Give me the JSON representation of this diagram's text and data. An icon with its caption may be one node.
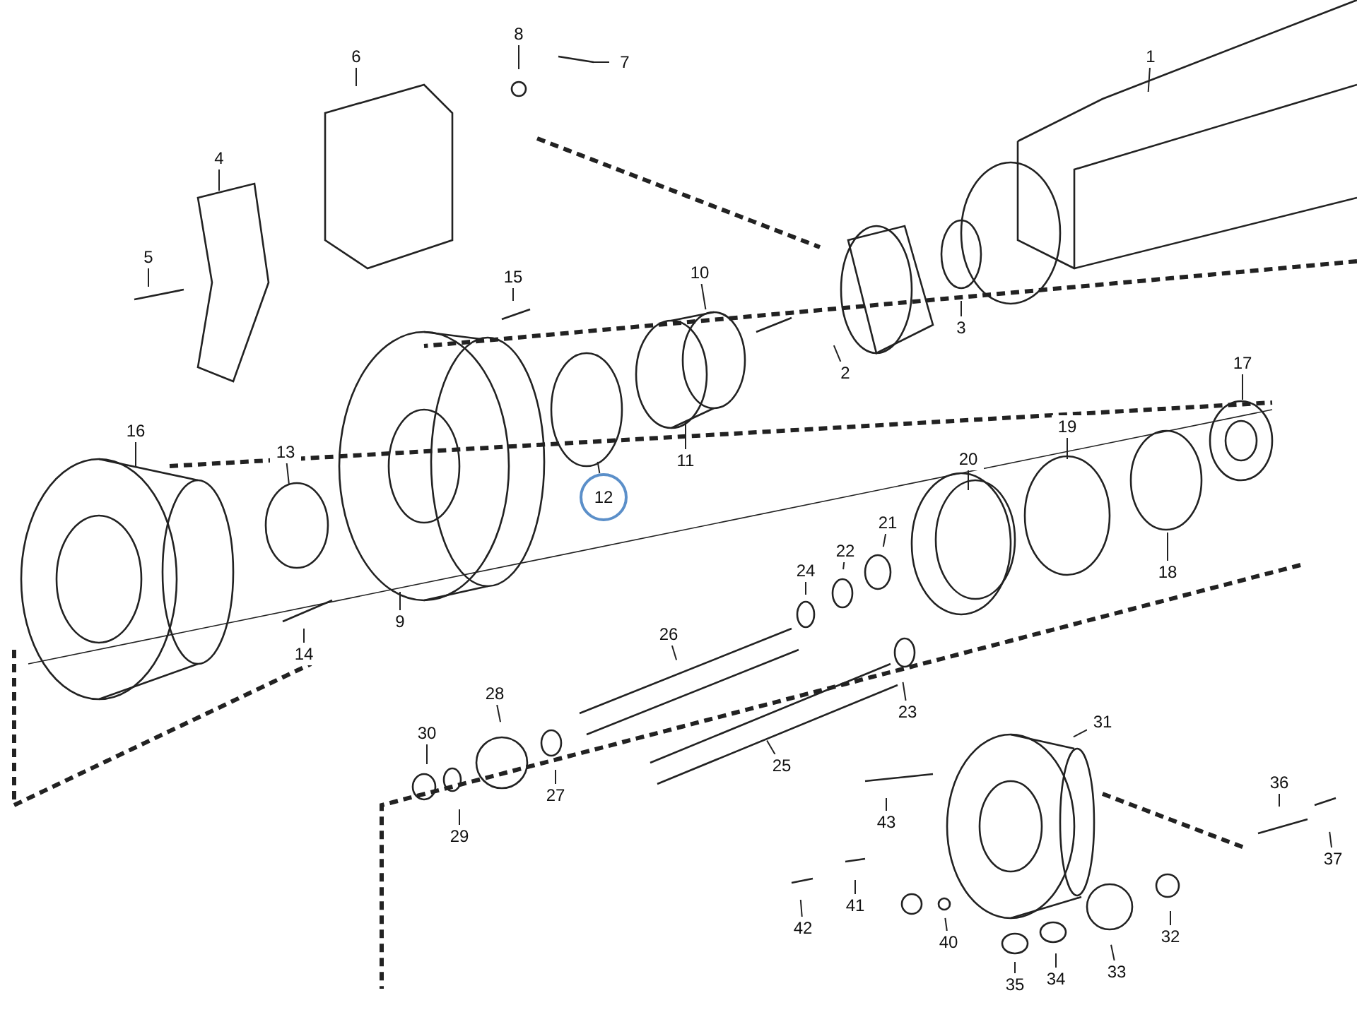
{
  "diagram": {
    "nodes": [
      {
        "text": [
          "1"
        ]
      },
      {
        "text": [
          "2"
        ]
      },
      {
        "text": [
          "3"
        ]
      },
      {
        "text": [
          "4"
        ]
      },
      {
        "text": [
          "5"
        ]
      },
      {
        "text": [
          "6"
        ]
      },
      {
        "text": [
          "7"
        ]
      },
      {
        "text": [
          "8"
        ]
      },
      {
        "text": [
          "9"
        ]
      },
      {
        "text": [
          "10"
        ]
      },
      {
        "text": [
          "11"
        ]
      },
      {
        "text": [
          "12"
        ]
      },
      {
        "text": [
          "13"
        ]
      },
      {
        "text": [
          "14"
        ]
      },
      {
        "text": [
          "15"
        ]
      },
      {
        "text": [
          "16"
        ]
      },
      {
        "text": [
          "17"
        ]
      },
      {
        "text": [
          "18"
        ]
      },
      {
        "text": [
          "19"
        ]
      },
      {
        "text": [
          "20"
        ]
      },
      {
        "text": [
          "21"
        ]
      },
      {
        "text": [
          "22"
        ]
      },
      {
        "text": [
          "23"
        ]
      },
      {
        "text": [
          "24"
        ]
      },
      {
        "text": [
          "25"
        ]
      },
      {
        "text": [
          "26"
        ]
      },
      {
        "text": [
          "27"
        ]
      },
      {
        "text": [
          "28"
        ]
      },
      {
        "text": [
          "29"
        ]
      },
      {
        "text": [
          "30"
        ]
      },
      {
        "text": [
          "31"
        ]
      },
      {
        "text": [
          "32"
        ]
      },
      {
        "text": [
          "33"
        ]
      },
      {
        "text": [
          "34"
        ]
      },
      {
        "text": [
          "35"
        ]
      },
      {
        "text": [
          "36"
        ]
      },
      {
        "text": [
          "37"
        ]
      },
      {
        "text": [
          "40"
        ]
      },
      {
        "text": [
          "41"
        ]
      },
      {
        "text": [
          "42"
        ]
      },
      {
        "text": [
          "43"
        ]
      }
    ],
    "edges": [
      {
        "from": 0,
        "to": null,
        "arrow": "none"
      },
      {
        "from": 1,
        "to": null,
        "arrow": "none"
      },
      {
        "from": 2,
        "to": null,
        "arrow": "none"
      },
      {
        "from": 3,
        "to": null,
        "arrow": "none"
      },
      {
        "from": 4,
        "to": null,
        "arrow": "none"
      },
      {
        "from": 5,
        "to": null,
        "arrow": "none"
      },
      {
        "from": 6,
        "to": null,
        "arrow": "none"
      },
      {
        "from": 7,
        "to": null,
        "arrow": "none"
      },
      {
        "from": 8,
        "to": null,
        "arrow": "none"
      },
      {
        "from": 9,
        "to": null,
        "arrow": "none"
      },
      {
        "from": 10,
        "to": null,
        "arrow": "none"
      },
      {
        "from": 11,
        "to": null,
        "arrow": "none"
      },
      {
        "from": 12,
        "to": null,
        "arrow": "none"
      },
      {
        "from": 13,
        "to": null,
        "arrow": "none"
      },
      {
        "from": 14,
        "to": null,
        "arrow": "none"
      },
      {
        "from": 15,
        "to": null,
        "arrow": "none"
      },
      {
        "from": 16,
        "to": null,
        "arrow": "none"
      },
      {
        "from": 17,
        "to": null,
        "arrow": "none"
      },
      {
        "from": 18,
        "to": null,
        "arrow": "none"
      },
      {
        "from": 19,
        "to": null,
        "arrow": "none"
      },
      {
        "from": 20,
        "to": null,
        "arrow": "none"
      },
      {
        "from": 21,
        "to": null,
        "arrow": "none"
      },
      {
        "from": 22,
        "to": null,
        "arrow": "none"
      },
      {
        "from": 23,
        "to": null,
        "arrow": "none"
      },
      {
        "from": 24,
        "to": null,
        "arrow": "none"
      },
      {
        "from": 25,
        "to": null,
        "arrow": "none"
      },
      {
        "from": 26,
        "to": null,
        "arrow": "none"
      },
      {
        "from": 27,
        "to": null,
        "arrow": "none"
      },
      {
        "from": 28,
        "to": null,
        "arrow": "none"
      },
      {
        "from": 29,
        "to": null,
        "arrow": "none"
      },
      {
        "from": 30,
        "to": null,
        "arrow": "none"
      },
      {
        "from": 31,
        "to": null,
        "arrow": "none"
      },
      {
        "from": 32,
        "to": null,
        "arrow": "none"
      },
      {
        "from": 33,
        "to": null,
        "arrow": "none"
      },
      {
        "from": 34,
        "to": null,
        "arrow": "none"
      },
      {
        "from": 35,
        "to": null,
        "arrow": "none"
      },
      {
        "from": 36,
        "to": null,
        "arrow": "none"
      },
      {
        "from": 37,
        "to": null,
        "arrow": "none"
      },
      {
        "from": 38,
        "to": null,
        "arrow": "none"
      },
      {
        "from": 39,
        "to": null,
        "arrow": "none"
      },
      {
        "from": 40,
        "to": null,
        "arrow": "none"
      }
    ]
  }
}
